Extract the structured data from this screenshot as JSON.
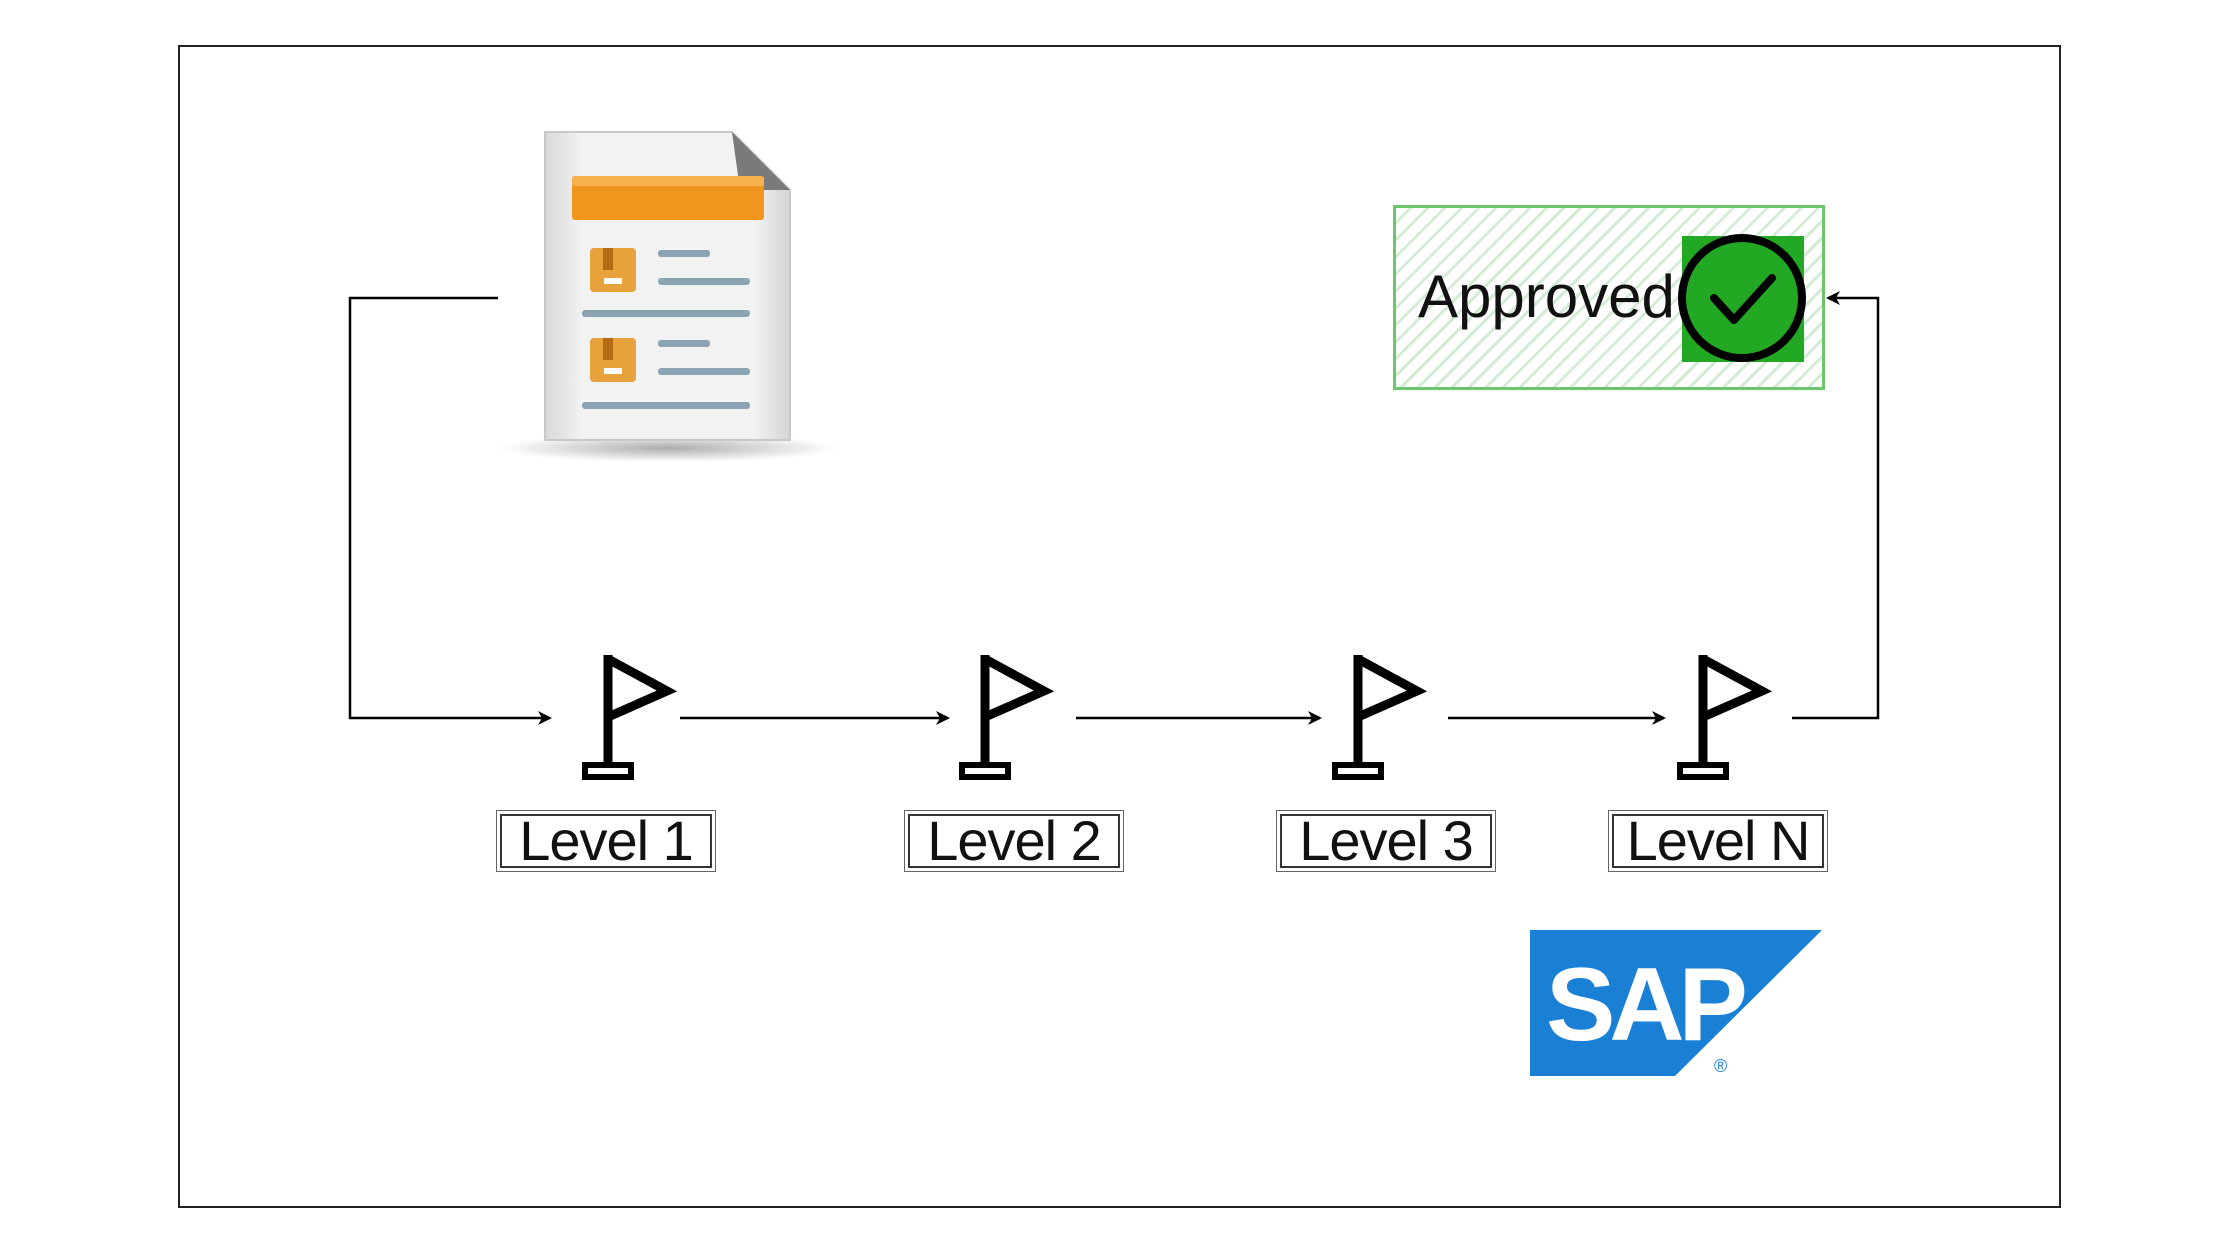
{
  "diagram": {
    "levels": [
      {
        "label": "Level 1"
      },
      {
        "label": "Level 2"
      },
      {
        "label": "Level 3"
      },
      {
        "label": "Level N"
      }
    ],
    "approved": {
      "label": "Approved"
    },
    "logo": {
      "text": "SAP",
      "registered": "®"
    }
  },
  "colors": {
    "document_header": "#f0961e",
    "approved_border": "#6dc56d",
    "check_fill": "#22a822",
    "sap_blue": "#1a80d6"
  },
  "icons": [
    "document-icon",
    "flag-icon",
    "check-circle-icon",
    "sap-logo"
  ]
}
